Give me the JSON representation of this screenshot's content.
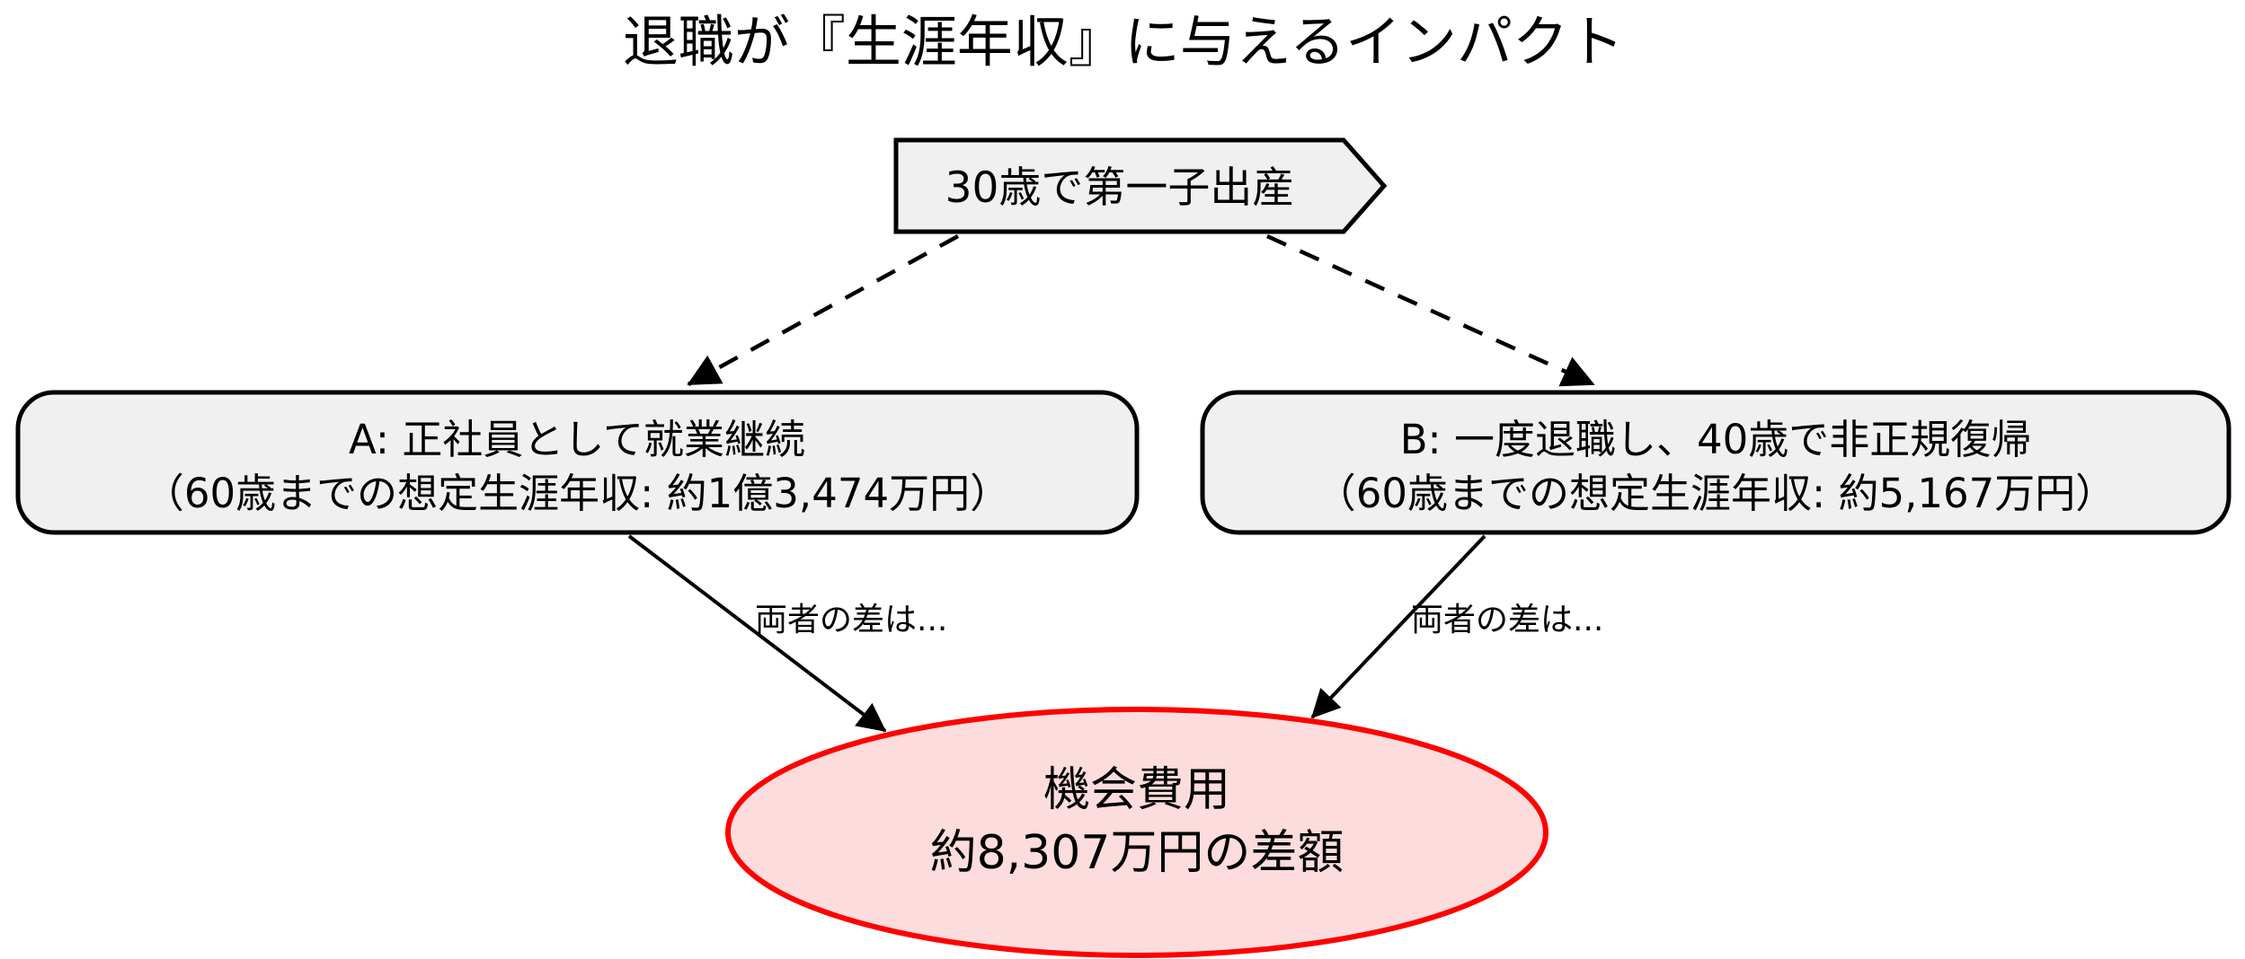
{
  "title": "退職が『生涯年収』に与えるインパクト",
  "colors": {
    "node_fill": "#f0f0f0",
    "node_border": "#000000",
    "result_fill": "#fcdcdc",
    "result_border": "#ff0000",
    "edge_color": "#000000",
    "text_color": "#000000",
    "background": "#ffffff"
  },
  "nodes": {
    "event": {
      "label": "30歳で第一子出産"
    },
    "scenario_a": {
      "line1": "A: 正社員として就業継続",
      "line2": "（60歳までの想定生涯年収: 約1億3,474万円）"
    },
    "scenario_b": {
      "line1": "B: 一度退職し、40歳で非正規復帰",
      "line2": "（60歳までの想定生涯年収: 約5,167万円）"
    },
    "result": {
      "line1": "機会費用",
      "line2": "約8,307万円の差額"
    }
  },
  "edges": {
    "a_to_result_label": "両者の差は...",
    "b_to_result_label": "両者の差は..."
  }
}
